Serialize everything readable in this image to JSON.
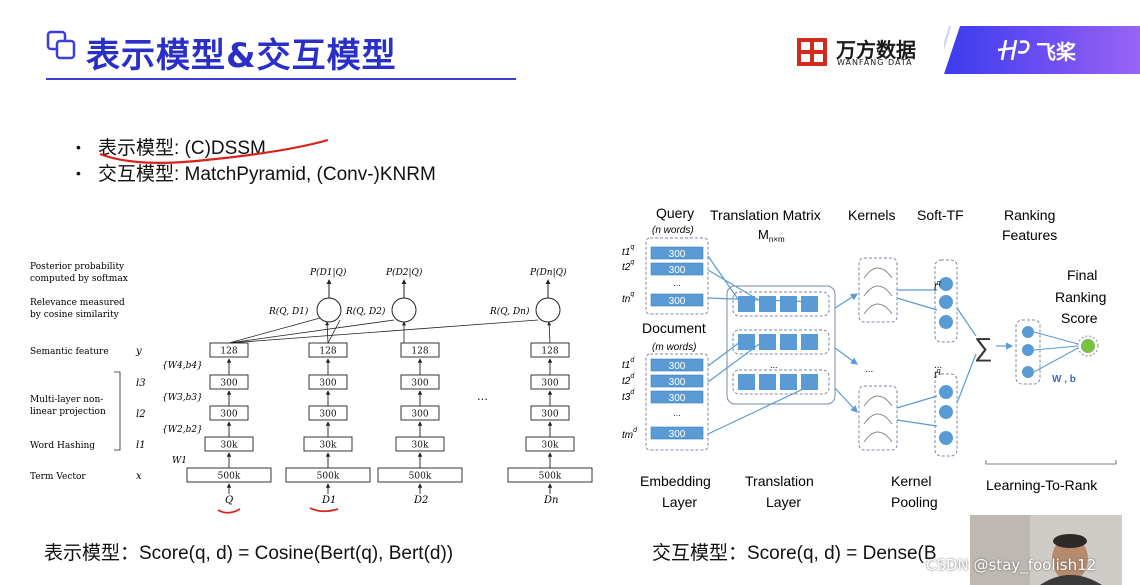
{
  "header": {
    "title": "表示模型&交互模型",
    "wanfang_cn": "万方数据",
    "wanfang_en": "WANFANG DATA",
    "paddle_label": "飞桨",
    "accent_color": "#2a2fc8"
  },
  "bullets": [
    {
      "text": "表示模型: (C)DSSM"
    },
    {
      "text": "交互模型: MatchPyramid, (Conv-)KNRM"
    }
  ],
  "dssm": {
    "left_labels": [
      "Posterior probability",
      "computed by softmax",
      "Relevance measured",
      "by cosine similarity",
      "Semantic feature",
      "Multi-layer non-",
      "linear projection",
      "Word Hashing",
      "Term Vector"
    ],
    "layer_symbols": [
      "y",
      "l3",
      "l2",
      "l1",
      "x"
    ],
    "weights": [
      "{W4,b4}",
      "{W3,b3}",
      "{W2,b2}",
      "W1"
    ],
    "top_labels": [
      "P(D1|Q)",
      "P(D2|Q)",
      "P(Dn|Q)"
    ],
    "relevance_labels": [
      "R(Q, D1)",
      "R(Q, D2)",
      "R(Q, Dn)"
    ],
    "box_values": [
      "128",
      "300",
      "300",
      "30k",
      "500k"
    ],
    "columns": [
      "Q",
      "D1",
      "D2",
      "Dn"
    ],
    "ellipsis": "…"
  },
  "knrm": {
    "query_title": "Query",
    "query_sub": "(n words)",
    "document_title": "Document",
    "document_sub": "(m words)",
    "translation_matrix": "Translation Matrix",
    "matrix_symbol": "M",
    "matrix_sub": "n×m",
    "kernels": "Kernels",
    "soft_tf": "Soft-TF",
    "ranking_features_1": "Ranking",
    "ranking_features_2": "Features",
    "final_1": "Final",
    "final_2": "Ranking",
    "final_3": "Score",
    "wb": "W , b",
    "cell_value": "300",
    "dots": "...",
    "sum": "∑",
    "query_terms": [
      "t1",
      "t2",
      "tn"
    ],
    "doc_terms": [
      "t1",
      "t2",
      "t3",
      "tm"
    ],
    "query_sup": "q",
    "doc_sup": "d",
    "embedding_1": "Embedding",
    "embedding_2": "Layer",
    "translation_1": "Translation",
    "translation_2": "Layer",
    "kernel_1": "Kernel",
    "kernel_2": "Pooling",
    "ltr": "Learning-To-Rank"
  },
  "formulas": {
    "left": "表示模型：Score(q, d) = Cosine(Bert(q), Bert(d))",
    "right": "交互模型：Score(q, d) = Dense(B"
  },
  "watermark": "CSDN @stay_foolish12"
}
